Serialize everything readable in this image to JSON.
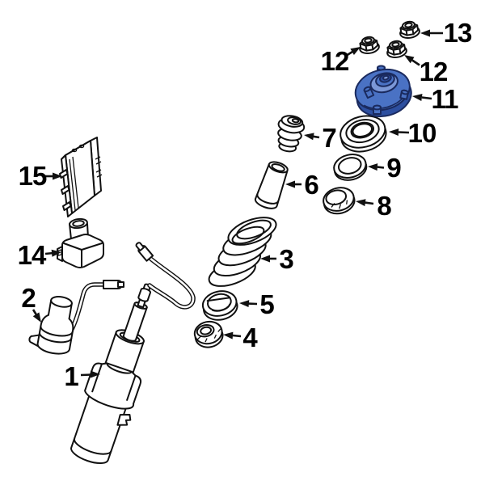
{
  "diagram": {
    "kind": "exploded-parts-diagram"
  },
  "colors": {
    "background": "#ffffff",
    "line": "#111111",
    "highlight_fill": "#4a72c4",
    "highlight_dark": "#2d4fa0",
    "highlight_light": "#7b97d6",
    "highlight_outline": "#1a2a5e"
  },
  "callouts": [
    {
      "ref": "1",
      "part": "strut-assembly"
    },
    {
      "ref": "2",
      "part": "sensor-with-harness"
    },
    {
      "ref": "3",
      "part": "coil-spring"
    },
    {
      "ref": "4",
      "part": "spring-insulator"
    },
    {
      "ref": "5",
      "part": "upper-spring-seat"
    },
    {
      "ref": "6",
      "part": "dust-boot"
    },
    {
      "ref": "7",
      "part": "bump-stop"
    },
    {
      "ref": "8",
      "part": "seal-ring"
    },
    {
      "ref": "9",
      "part": "ring-gasket"
    },
    {
      "ref": "10",
      "part": "mount-bearing"
    },
    {
      "ref": "11",
      "part": "strut-mount",
      "highlighted": true
    },
    {
      "ref": "12",
      "part": "flange-nut-left"
    },
    {
      "ref": "12",
      "part": "flange-nut-right"
    },
    {
      "ref": "13",
      "part": "flange-nut-top"
    },
    {
      "ref": "14",
      "part": "sensor-module"
    },
    {
      "ref": "15",
      "part": "control-module"
    }
  ]
}
